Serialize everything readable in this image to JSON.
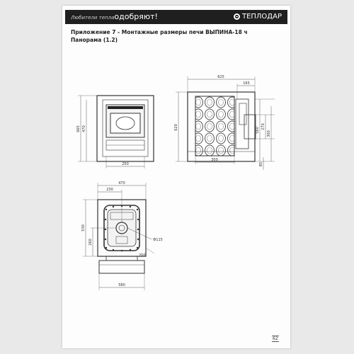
{
  "banner": {
    "slogan_small": "Любители тепла",
    "slogan_main": "одобряют!",
    "logo_text": "ТЕПЛОДАР"
  },
  "heading": {
    "line1": "Приложение 7 - Монтажные размеры печи ВЫПИНА-18 ч",
    "line2": "Панорама (1.2)"
  },
  "dims": {
    "front_h_outer": "665",
    "front_h_inner": "470",
    "front_bottom": "250",
    "side_top_total": "625",
    "side_top_small": "165",
    "side_h_left": "620",
    "side_r1": "560",
    "side_r2": "270",
    "side_r3": "300",
    "side_r4": "85",
    "side_bottom": "300",
    "plan_top_total": "470",
    "plan_top_inner": "230",
    "plan_left_h": "530",
    "plan_left_small": "260",
    "plan_right_diam": "Ф115",
    "plan_right_small": "200",
    "plan_bottom": "580"
  },
  "footer": {
    "page_number": "62"
  }
}
